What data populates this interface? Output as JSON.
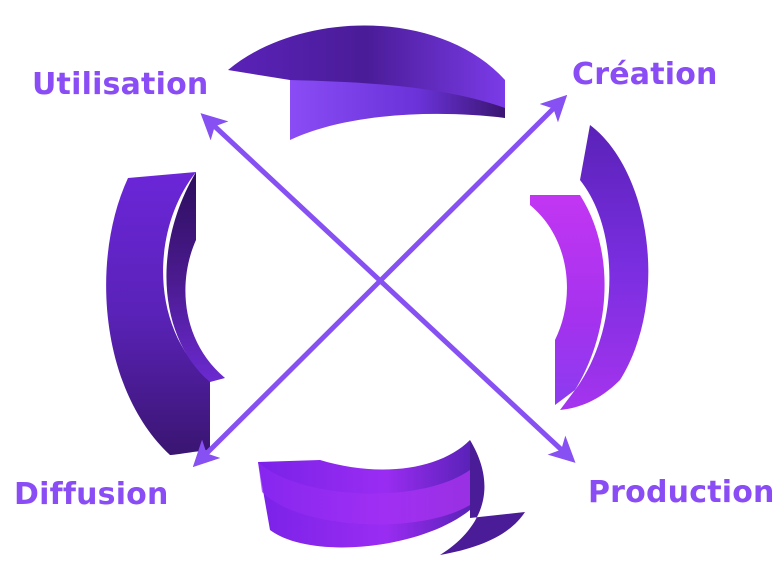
{
  "labels": {
    "top_left": "Utilisation",
    "top_right": "Création",
    "bottom_left": "Diffusion",
    "bottom_right": "Production"
  },
  "colors": {
    "label_text": "#8a4cf5",
    "arrow": "#8650f2",
    "segment_dark": "#3a1571",
    "segment_mid": "#5a22b8",
    "segment_light": "#8b3cf0",
    "segment_magenta": "#c236f2",
    "background": "#ffffff"
  }
}
